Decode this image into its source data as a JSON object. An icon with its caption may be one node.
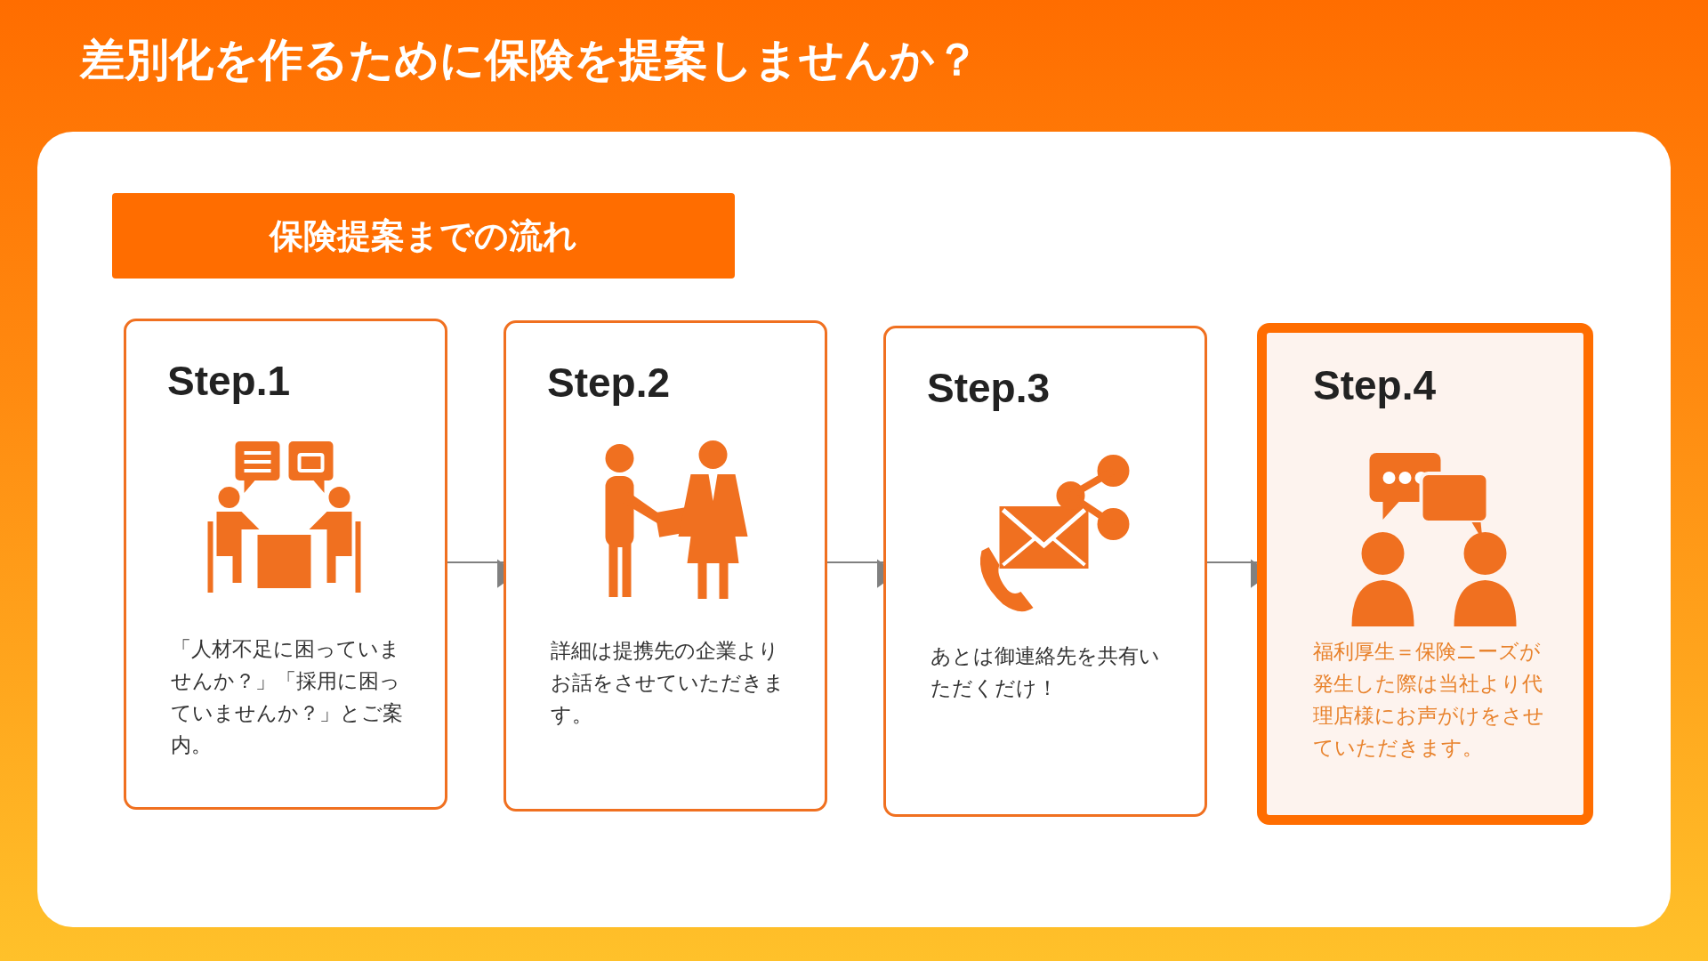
{
  "diagram": {
    "title": "差別化を作るために保険を提案しませんか？",
    "nodes": [
      {
        "text": [
          "保険提案までの流れ"
        ]
      },
      {
        "text": [
          "Step.1",
          "「人材不足に困っていませんか？」「採用に困っていませんか？」とご案内。"
        ]
      },
      {
        "text": [
          "Step.2",
          "詳細は提携先の企業よりお話をさせていただきます。"
        ]
      },
      {
        "text": [
          "Step.3",
          "あとは御連絡先を共有いただくだけ！"
        ]
      },
      {
        "text": [
          "Step.4",
          "福利厚生＝保険ニーズが発生した際は当社より代理店様にお声がけをさせていただきます。"
        ]
      }
    ],
    "edges": [
      {
        "from": 1,
        "to": 2,
        "arrow": "to"
      },
      {
        "from": 2,
        "to": 3,
        "arrow": "to"
      },
      {
        "from": 3,
        "to": 4,
        "arrow": "to"
      }
    ]
  }
}
